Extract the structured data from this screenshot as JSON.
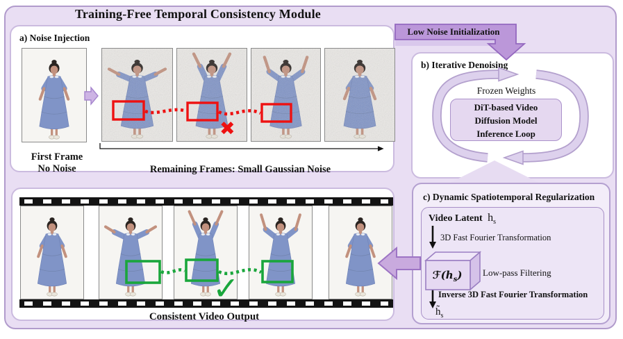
{
  "title": "Training-Free Temporal Consistency Module",
  "section_a": {
    "heading": "a) Noise Injection",
    "first_frame_caption_line1": "First Frame",
    "first_frame_caption_line2": "No Noise",
    "remaining_caption": "Remaining Frames: Small Gaussian Noise",
    "cross_mark": "✖",
    "frames": [
      {
        "pose": "arms-down",
        "noise": false,
        "highlight": false
      },
      {
        "pose": "arms-out",
        "noise": true,
        "highlight": true
      },
      {
        "pose": "arms-up",
        "noise": true,
        "highlight": true
      },
      {
        "pose": "arms-bent",
        "noise": true,
        "highlight": true
      },
      {
        "pose": "arms-down",
        "noise": true,
        "highlight": false
      }
    ]
  },
  "ribbon": {
    "label": "Low Noise Initialization"
  },
  "section_b": {
    "heading": "b) Iterative Denoising",
    "frozen_weights": "Frozen Weights",
    "model_line1": "DiT-based Video",
    "model_line2": "Diffusion Model",
    "model_line3": "Inference Loop"
  },
  "section_c": {
    "heading": "c) Dynamic Spatiotemporal Regularization",
    "video_latent_label": "Video Latent",
    "latent_symbol": "h",
    "latent_subscript": "s",
    "fft_label": "3D Fast Fourier Transformation",
    "filter_prefix": "ℱ(h",
    "filter_subscript": "s",
    "filter_suffix": ")",
    "lowpass_label": "Low-pass Filtering",
    "ifft_label": "Inverse 3D Fast Fourier Transformation",
    "output_symbol": "h̃",
    "output_subscript": "s"
  },
  "output": {
    "caption": "Consistent Video Output",
    "check_mark": "✓",
    "frames": [
      {
        "pose": "arms-down",
        "noise": false,
        "highlight": false
      },
      {
        "pose": "arms-out",
        "noise": false,
        "highlight": true
      },
      {
        "pose": "arms-up",
        "noise": false,
        "highlight": true
      },
      {
        "pose": "arms-bent",
        "noise": false,
        "highlight": true
      },
      {
        "pose": "arms-down",
        "noise": false,
        "highlight": false
      }
    ]
  },
  "colors": {
    "lavender_bg": "#e9def3",
    "accent_purple": "#bb97d9",
    "accent_purple_dark": "#9468bf",
    "light_purple": "#ddd1ed",
    "loop_outline": "#b3a0cd",
    "triangle_fill": "#e7dcf2",
    "highlight_red": "#ee1111",
    "highlight_green": "#1aa63c",
    "dress_blue": "#8094c7",
    "skin_tone": "#c2917e",
    "hair_dark": "#2a2421"
  }
}
